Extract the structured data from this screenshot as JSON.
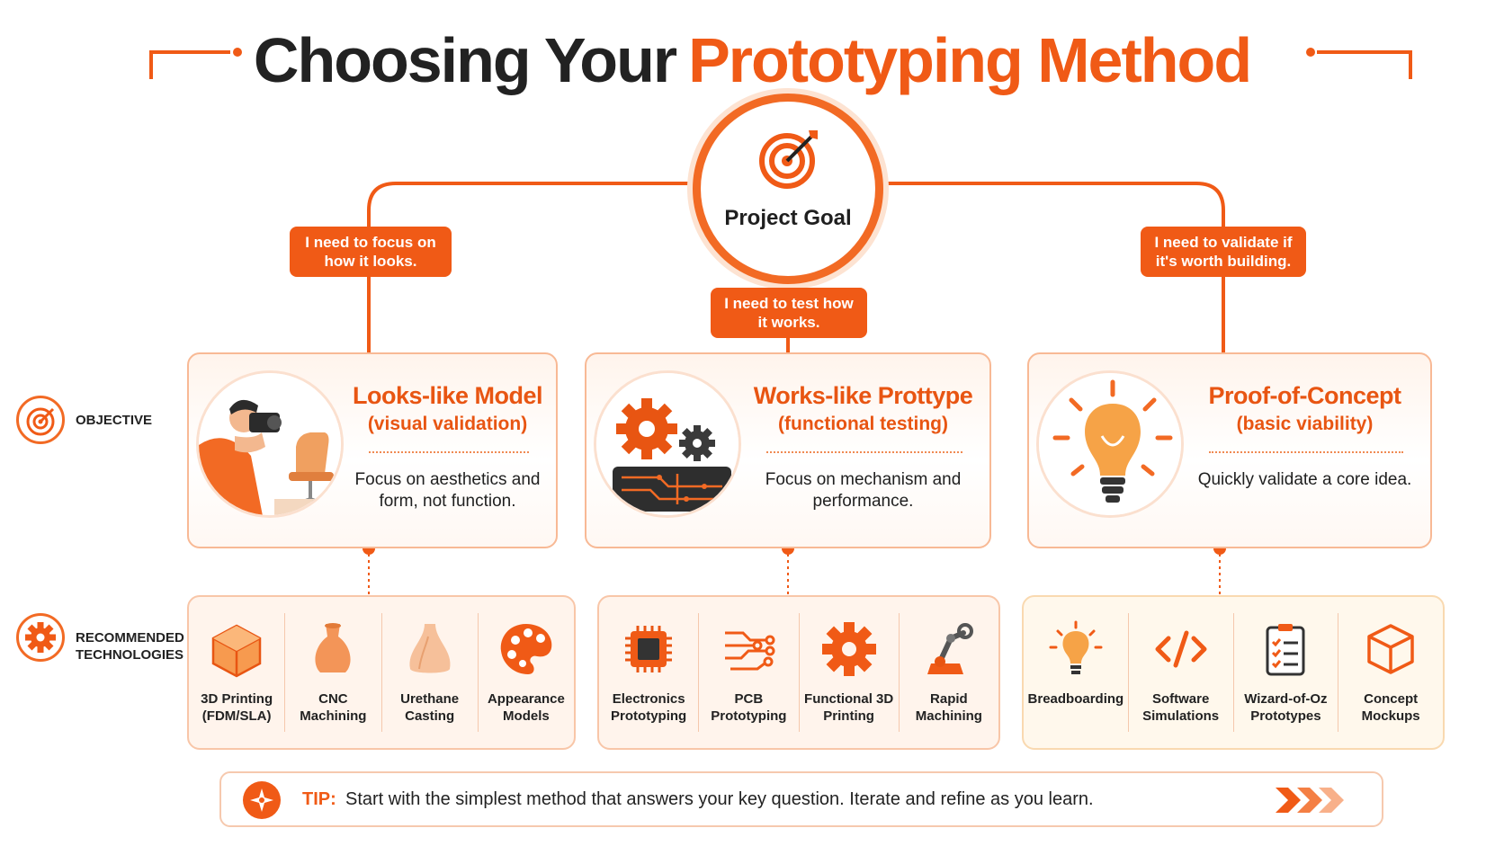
{
  "title": {
    "part1": "Choosing Your",
    "part2": "Prototyping Method"
  },
  "goal": {
    "label": "Project Goal"
  },
  "branches": [
    {
      "question": "I need to focus on how it looks.",
      "title": "Looks-like Model",
      "subtitle": "(visual validation)",
      "description": "Focus on aesthetics and form, not function."
    },
    {
      "question": "I need to test how it works.",
      "title": "Works-like Prottype",
      "subtitle": "(functional testing)",
      "description": "Focus on mechanism and performance."
    },
    {
      "question": "I need to validate if it's worth building.",
      "title": "Proof-of-Concept",
      "subtitle": "(basic viability)",
      "description": "Quickly validate a core idea."
    }
  ],
  "side_labels": {
    "objective": "OBJECTIVE",
    "technologies": "RECOMMENDED TECHNOLOGIES"
  },
  "technologies": [
    [
      {
        "label": "3D Printing (FDM/SLA)",
        "icon": "cube-icon"
      },
      {
        "label": "CNC Machining",
        "icon": "vase-icon"
      },
      {
        "label": "Urethane Casting",
        "icon": "casting-icon"
      },
      {
        "label": "Appearance Models",
        "icon": "palette-icon"
      }
    ],
    [
      {
        "label": "Electronics Prototyping",
        "icon": "chip-icon"
      },
      {
        "label": "PCB Prototyping",
        "icon": "circuit-icon"
      },
      {
        "label": "Functional 3D Printing",
        "icon": "gear-icon"
      },
      {
        "label": "Rapid Machining",
        "icon": "robot-arm-icon"
      }
    ],
    [
      {
        "label": "Breadboarding",
        "icon": "lightbulb-icon"
      },
      {
        "label": "Software Simulations",
        "icon": "code-icon"
      },
      {
        "label": "Wizard-of-Oz Prototypes",
        "icon": "clipboard-icon"
      },
      {
        "label": "Concept Mockups",
        "icon": "box-outline-icon"
      }
    ]
  ],
  "tip": {
    "key": "TIP:",
    "text": "Start with the simplest method that answers your key question.  Iterate and refine as you learn."
  },
  "colors": {
    "accent": "#f05a16",
    "accent_light": "#fde3d2",
    "card_border": "#f8b995",
    "text": "#1f1f1f"
  }
}
